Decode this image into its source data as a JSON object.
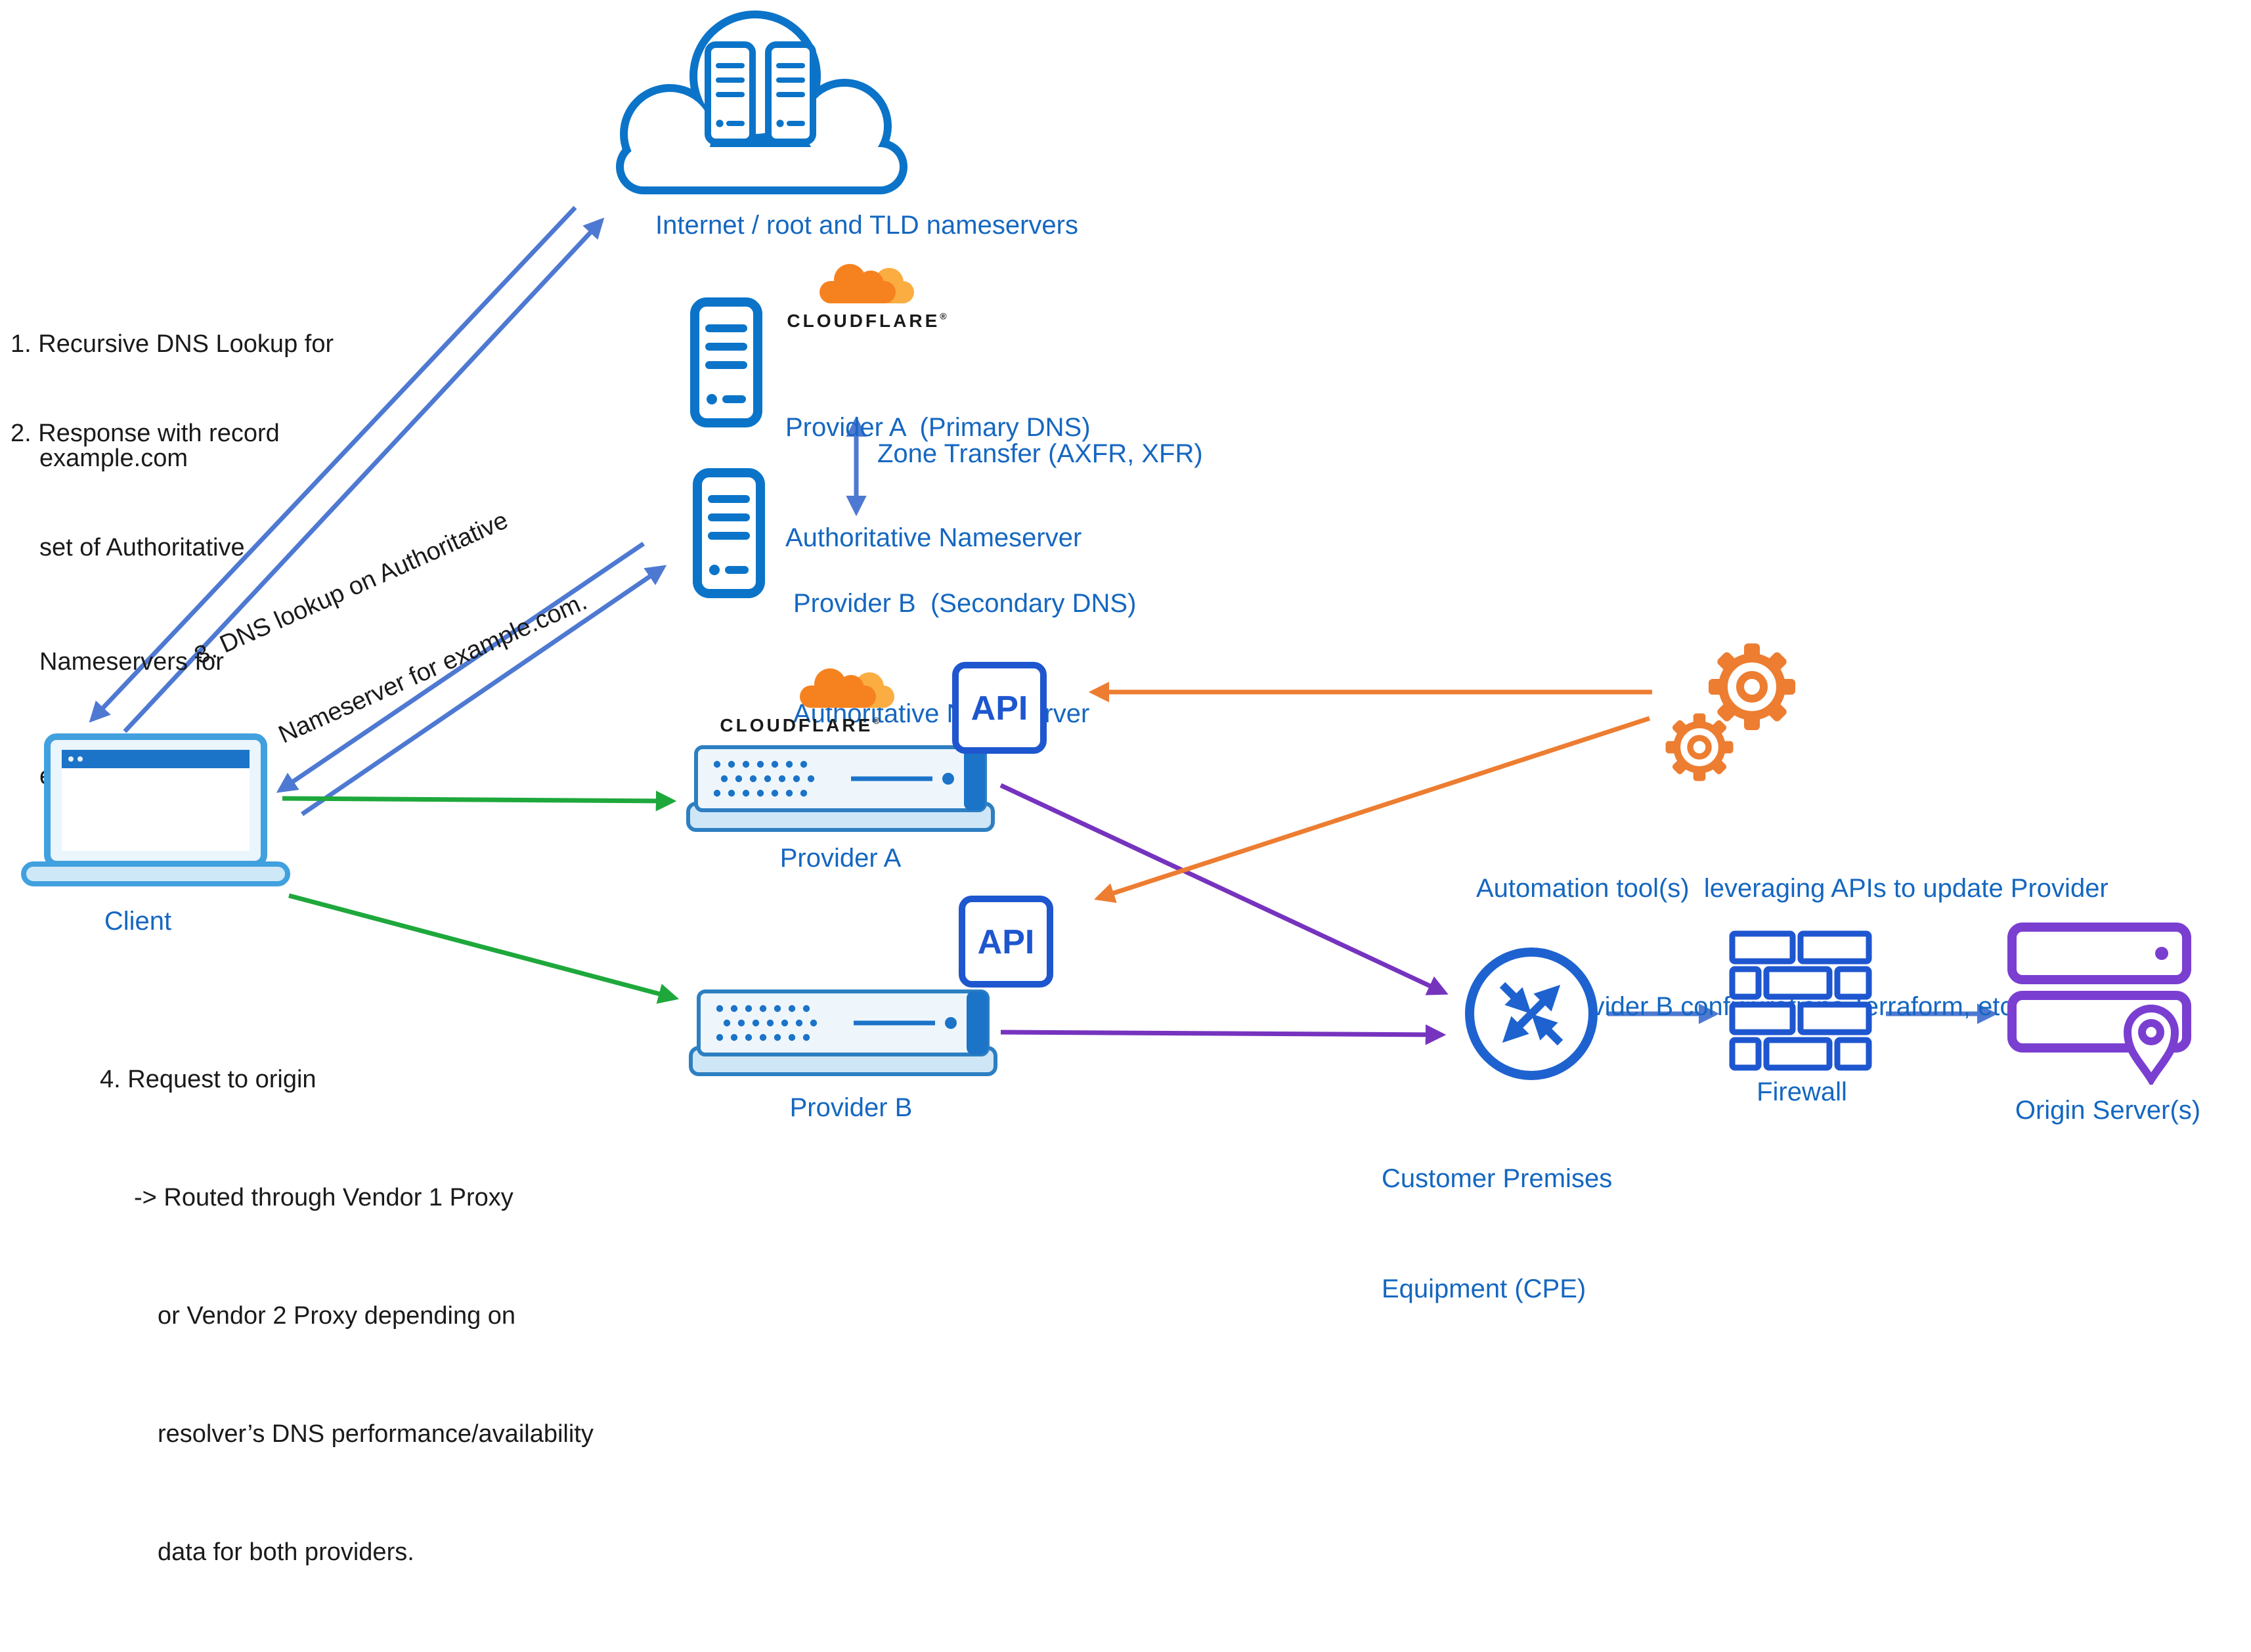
{
  "colors": {
    "icon_blue": "#0b74c9",
    "royal_blue": "#1e56cf",
    "arrow_blue": "#4e79d2",
    "green": "#1ea83c",
    "purple": "#7633be",
    "orange": "#ed7d31",
    "cloudflare_orange": "#f6821f",
    "cloudflare_orange_light": "#fbad41",
    "label_blue": "#1567c0"
  },
  "annotations": {
    "step1": {
      "lines": [
        "1. Recursive DNS Lookup for",
        "example.com"
      ]
    },
    "step2": {
      "lines": [
        "2. Response with record",
        "set of Authoritative",
        "Nameservers for",
        "example.com."
      ]
    },
    "step3": {
      "lines": [
        "3. DNS lookup on Authoritative",
        "Nameserver for example.com."
      ]
    },
    "step4": {
      "lines": [
        "4. Request to origin",
        "-> Routed through Vendor 1 Proxy",
        "or Vendor 2 Proxy depending on",
        "resolver’s DNS performance/availability",
        "data for both providers."
      ]
    }
  },
  "nodes": {
    "internet": {
      "label": "Internet / root and TLD nameservers"
    },
    "provider_a_ns": {
      "brand": "CLOUDFLARE",
      "brand_mark": "®",
      "line1": "Provider A  (Primary DNS)",
      "line2": "Authoritative Nameserver"
    },
    "provider_b_ns": {
      "line1": "Provider B  (Secondary DNS)",
      "line2": "Authoritative Nameserver"
    },
    "client": {
      "label": "Client"
    },
    "provider_a_proxy": {
      "brand": "CLOUDFLARE",
      "brand_mark": "®",
      "label": "Provider A",
      "api": "API"
    },
    "provider_b_proxy": {
      "label": "Provider B",
      "api": "API"
    },
    "automation": {
      "line1": "Automation tool(s)  leveraging APIs to update Provider",
      "line2": "A and Provider B configurations Terraform, etc.)"
    },
    "cpe": {
      "line1": "Customer Premises",
      "line2": "Equipment (CPE)"
    },
    "firewall": {
      "label": "Firewall"
    },
    "origin": {
      "label": "Origin Server(s)"
    }
  },
  "edges": {
    "zone_transfer": {
      "label": "Zone Transfer (AXFR, XFR)"
    }
  }
}
